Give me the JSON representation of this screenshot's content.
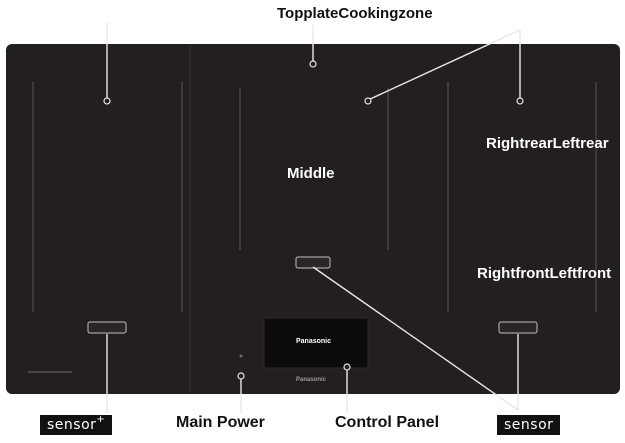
{
  "labels": {
    "top_plate": "TopplateCookingzone",
    "middle": "Middle",
    "rear": "RightrearLeftrear",
    "front": "RightfrontLeftfront",
    "main_power": "Main Power",
    "control_panel": "Control Panel"
  },
  "tags": {
    "sensor_plus": "sensor",
    "sensor_plus_mark": "+",
    "sensor": "sensor"
  },
  "brand": {
    "screen": "Panasonic",
    "panel": "Panasonic"
  },
  "colors": {
    "cooktop": "#231f20",
    "label_dark": "#111111",
    "label_light": "#ffffff",
    "zone_line": "#5a5658",
    "callout_line": "#e8e8e8"
  }
}
